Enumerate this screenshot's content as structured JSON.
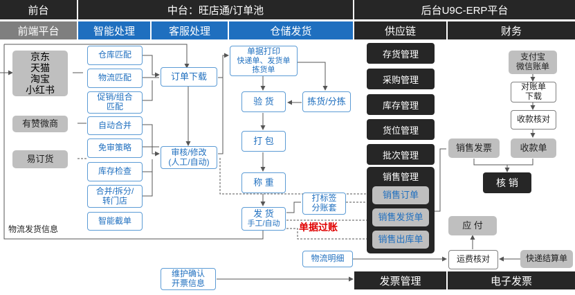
{
  "header": {
    "front": "前台",
    "middle": "中台：旺店通/订单池",
    "back": "后台U9C-ERP平台"
  },
  "subheader": {
    "frontend_platform": "前端平台",
    "smart_processing": "智能处理",
    "customer_service": "客服处理",
    "warehouse_shipping": "仓储发货",
    "supply_chain": "供应链",
    "finance": "财务"
  },
  "front": {
    "platforms_main": "京东\n天猫\n淘宝\n小红书",
    "youzan": "有赞微商",
    "yidinghuo": "易订货",
    "logistics_info": "物流发货信息"
  },
  "smart": {
    "items": [
      "仓库匹配",
      "物流匹配",
      "促销/组合\n匹配",
      "自动合并",
      "免审策略",
      "库存检查",
      "合并/拆分/\n转门店",
      "智能截单"
    ]
  },
  "service": {
    "order_download": "订单下载",
    "review_modify": "审核/修改\n(人工/自动)"
  },
  "warehouse": {
    "print_title": "单据打印",
    "print_sub": "快递单、发货单\n拣货单",
    "inspect": "验 货",
    "pick": "拣货/分拣",
    "pack": "打 包",
    "weigh": "称 重",
    "ship_title": "发 货",
    "ship_sub": "手工/自动",
    "label": "打标签\n分账套",
    "logistics_detail": "物流明细",
    "invoice_confirm": "维护确认\n开票信息",
    "doc_transfer": "单据过账"
  },
  "supply": {
    "items": [
      "存货管理",
      "采购管理",
      "库存管理",
      "货位管理",
      "批次管理"
    ],
    "sales_mgmt": "销售管理",
    "sales_items": [
      "销售订单",
      "销售发货单",
      "销售出库单"
    ]
  },
  "finance": {
    "alipay": "支付宝\n微信账单",
    "reconcile_dl": "对账单\n下载",
    "receipt_check": "收款核对",
    "sales_invoice": "销售发票",
    "receipt_doc": "收款单",
    "writeoff": "核 销",
    "payable": "应 付",
    "freight_check": "运费核对",
    "express_settle": "快递结算单"
  },
  "footer": {
    "invoice_mgmt": "发票管理",
    "e_invoice": "电子发票"
  },
  "colors": {
    "dark": "#262626",
    "blue": "#1f6fbf",
    "grey": "#7f7f7f",
    "light_grey": "#bfbfbf",
    "highlight_red": "#e00000"
  }
}
